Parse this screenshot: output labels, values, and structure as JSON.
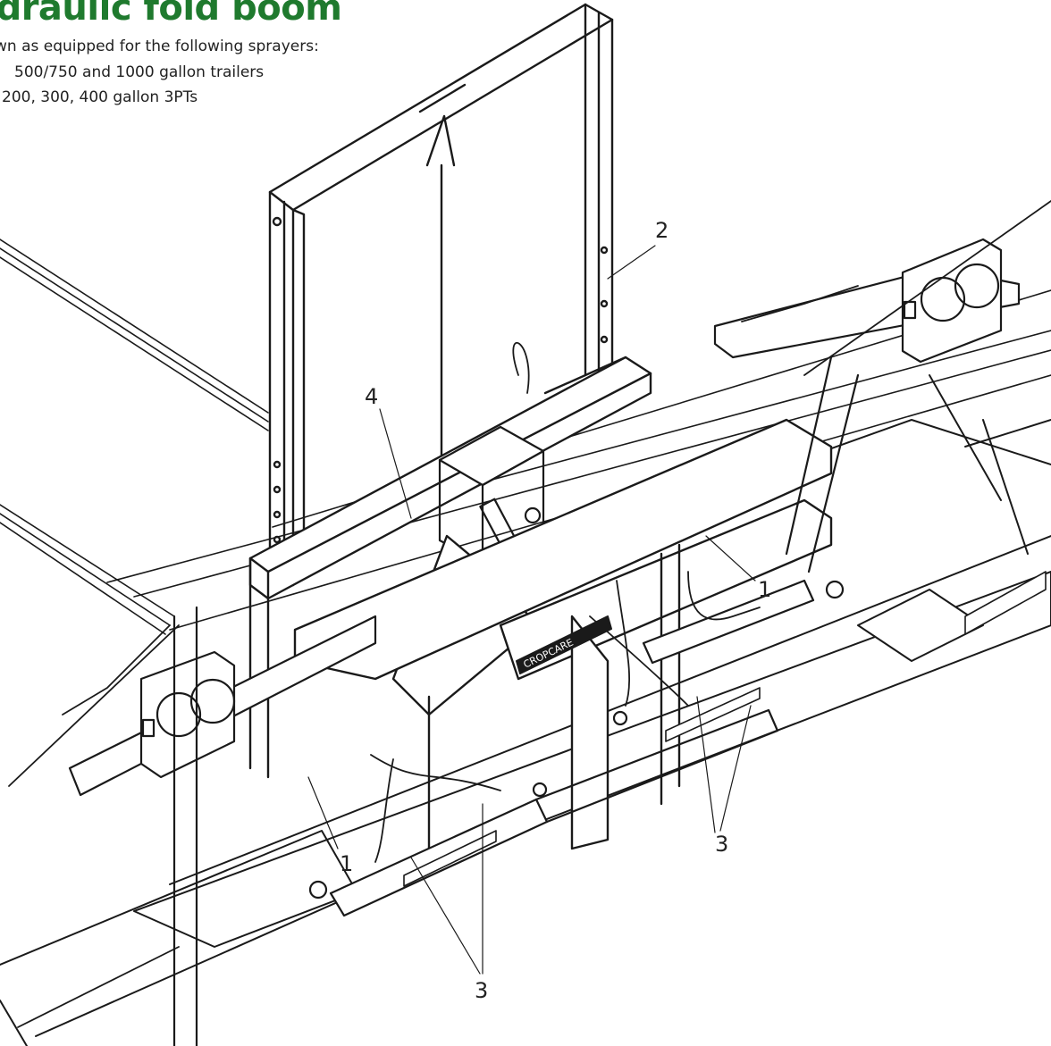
{
  "title": "ydraulic fold boom",
  "intro": "wn as equipped for the following sprayers:",
  "sprayers": [
    "500/750 and 1000 gallon trailers",
    "200, 300, 400 gallon 3PTs"
  ],
  "brand_label": "CROPCARE",
  "callouts": [
    "1",
    "1",
    "2",
    "3",
    "3",
    "4"
  ],
  "colors": {
    "title": "#1f7a2e",
    "line": "#1a1a1a",
    "fill": "#ffffff"
  }
}
